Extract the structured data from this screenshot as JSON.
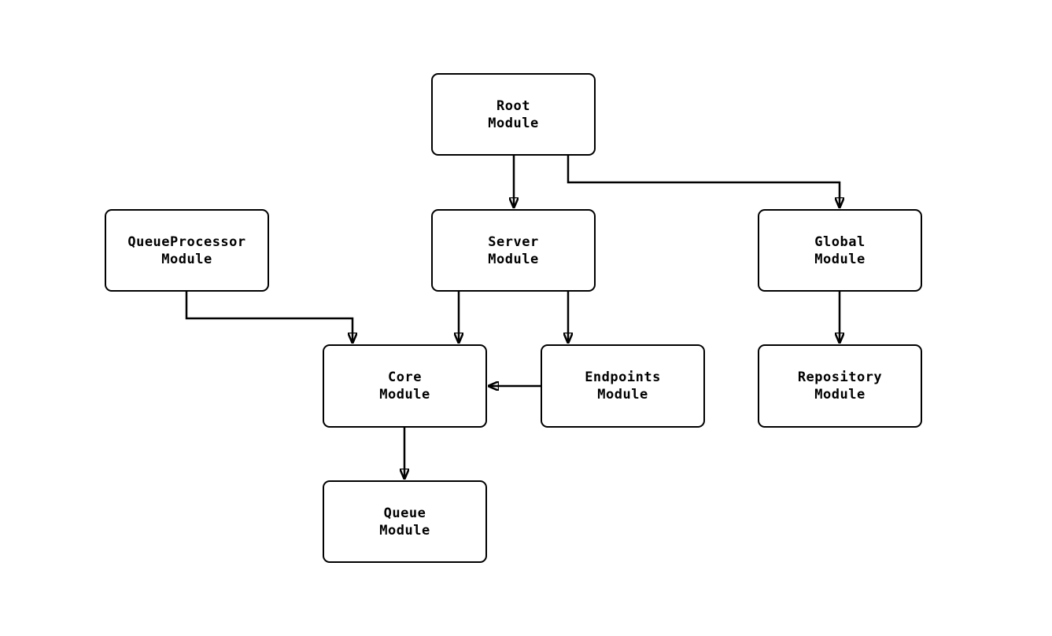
{
  "diagram": {
    "type": "module-dependency-graph",
    "colors": {
      "background": "#ffffff",
      "node_fill": "#ffffff",
      "node_border": "#000000",
      "edge": "#000000",
      "text": "#000000"
    },
    "nodes": {
      "root": {
        "label": "Root\nModule"
      },
      "server": {
        "label": "Server\nModule"
      },
      "global": {
        "label": "Global\nModule"
      },
      "queueprocessor": {
        "label": "QueueProcessor\nModule"
      },
      "core": {
        "label": "Core\nModule"
      },
      "endpoints": {
        "label": "Endpoints\nModule"
      },
      "repository": {
        "label": "Repository\nModule"
      },
      "queue": {
        "label": "Queue\nModule"
      }
    },
    "edges": [
      {
        "from": "Root Module",
        "to": "Server Module"
      },
      {
        "from": "Root Module",
        "to": "Global Module"
      },
      {
        "from": "QueueProcessor Module",
        "to": "Core Module"
      },
      {
        "from": "Server Module",
        "to": "Core Module"
      },
      {
        "from": "Server Module",
        "to": "Endpoints Module"
      },
      {
        "from": "Endpoints Module",
        "to": "Core Module"
      },
      {
        "from": "Core Module",
        "to": "Queue Module"
      },
      {
        "from": "Global Module",
        "to": "Repository Module"
      }
    ]
  }
}
